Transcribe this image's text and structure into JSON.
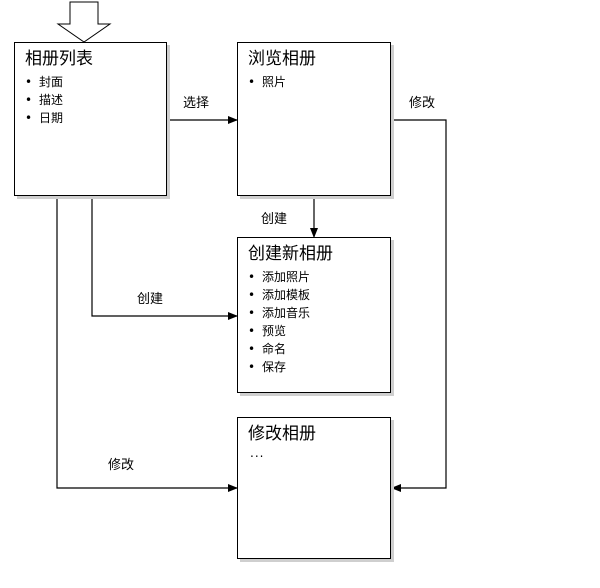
{
  "nodes": {
    "album_list": {
      "title": "相册列表",
      "items": [
        "封面",
        "描述",
        "日期"
      ]
    },
    "browse_album": {
      "title": "浏览相册",
      "items": [
        "照片"
      ]
    },
    "create_album": {
      "title": "创建新相册",
      "items": [
        "添加照片",
        "添加模板",
        "添加音乐",
        "预览",
        "命名",
        "保存"
      ]
    },
    "edit_album": {
      "title": "修改相册",
      "ellipsis": "..."
    }
  },
  "edges": {
    "select": "选择",
    "modify_right": "修改",
    "create_down": "创建",
    "create_from_list": "创建",
    "modify_left": "修改"
  },
  "bullet_glyph": "•",
  "colors": {
    "line": "#000000",
    "box_fill": "#ffffff",
    "shadow": "#cfcfcf"
  }
}
